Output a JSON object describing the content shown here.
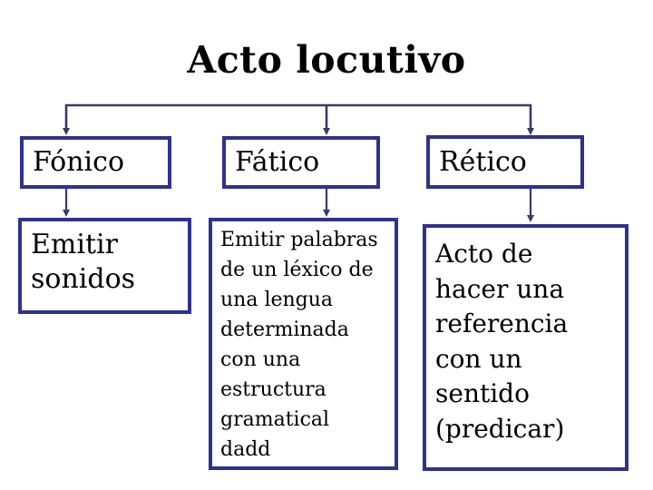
{
  "title": "Acto locutivo",
  "colors": {
    "box_border": "#2f318e",
    "connector": "#363c66",
    "text": "#000000",
    "background": "#ffffff"
  },
  "nodes": {
    "fonico": {
      "label": "Fónico",
      "description_lines": [
        "Emitir",
        "sonidos"
      ]
    },
    "fatico": {
      "label": "Fático",
      "description_lines": [
        "Emitir palabras",
        "de un léxico de",
        "una lengua",
        "determinada",
        "con una",
        "estructura",
        "gramatical",
        "dadd"
      ]
    },
    "retico": {
      "label": "Rético",
      "description_lines": [
        "Acto de",
        "hacer una",
        "referencia",
        "con un",
        "sentido",
        "(predicar)"
      ]
    }
  }
}
